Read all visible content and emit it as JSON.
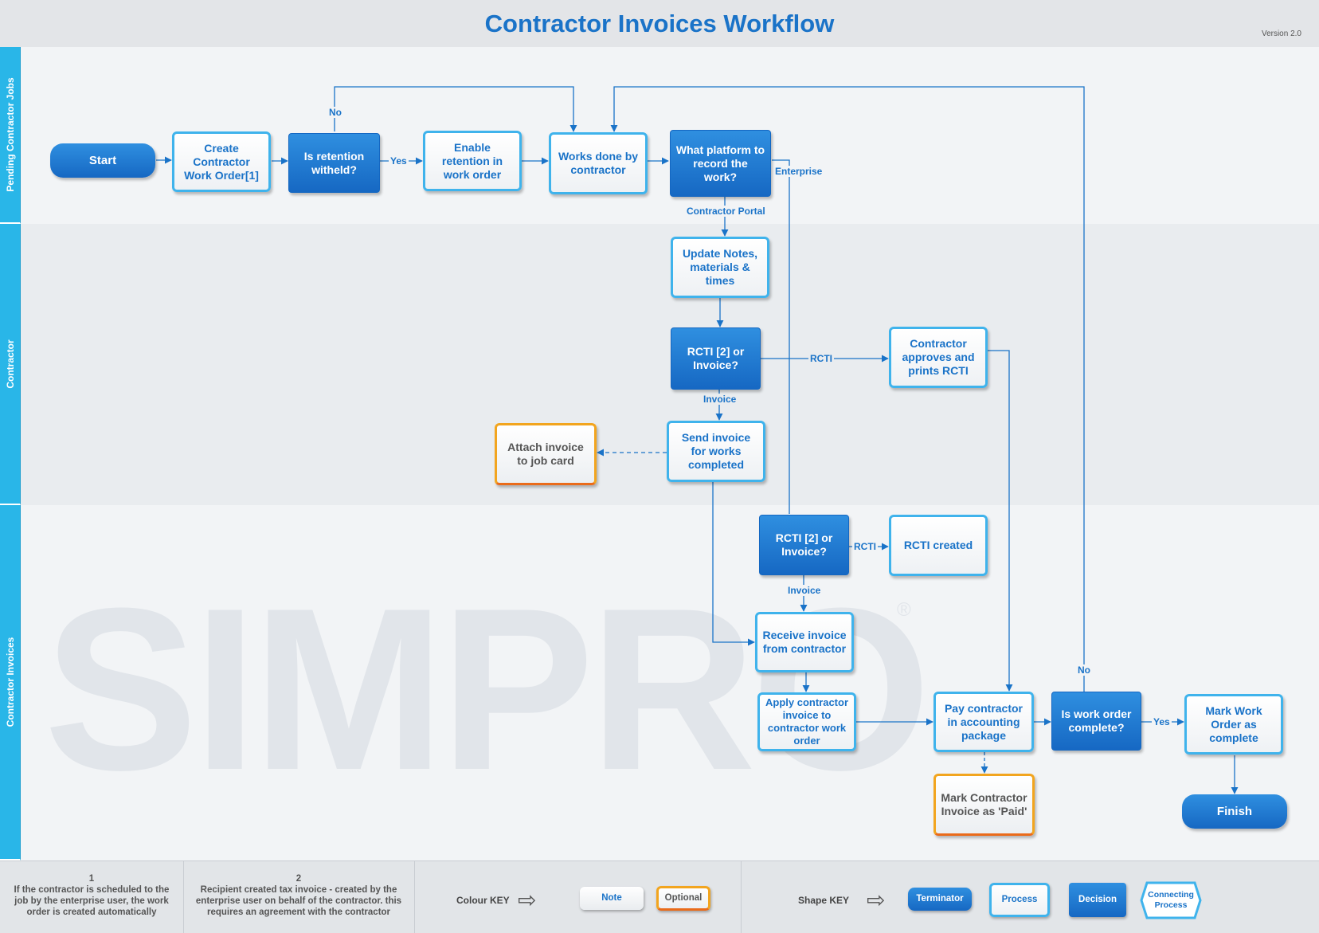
{
  "title": "Contractor Invoices Workflow",
  "version": "Version 2.0",
  "lanes": [
    {
      "label": "Pending Contractor Jobs"
    },
    {
      "label": "Contractor"
    },
    {
      "label": "Contractor Invoices"
    }
  ],
  "watermark": {
    "text": "SIMPRO",
    "mark": "®"
  },
  "nodes": {
    "start": "Start",
    "create_work_order": "Create Contractor Work Order[1]",
    "retention_withheld": "Is retention witheld?",
    "enable_retention": "Enable retention in work order",
    "works_done": "Works done by contractor",
    "what_platform": "What platform to record the work?",
    "update_notes": "Update Notes, materials & times",
    "rcti_or_invoice_1": "RCTI [2] or Invoice?",
    "contractor_approves": "Contractor approves and prints RCTI",
    "send_invoice": "Send invoice for works completed",
    "attach_invoice": "Attach invoice to job card",
    "rcti_or_invoice_2": "RCTI [2] or Invoice?",
    "rcti_created": "RCTI created",
    "receive_invoice": "Receive invoice from contractor",
    "apply_invoice": "Apply contractor invoice to contractor work order",
    "pay_contractor": "Pay contractor in accounting package",
    "mark_paid": "Mark Contractor Invoice as 'Paid'",
    "work_order_complete": "Is work order complete?",
    "mark_complete": "Mark Work Order as complete",
    "finish": "Finish"
  },
  "edge_labels": {
    "no_top": "No",
    "yes_retention": "Yes",
    "enterprise": "Enterprise",
    "contractor_portal": "Contractor Portal",
    "rcti_1": "RCTI",
    "invoice_1": "Invoice",
    "rcti_2": "RCTI",
    "invoice_2": "Invoice",
    "no_complete": "No",
    "yes_complete": "Yes"
  },
  "footer": {
    "note1": {
      "num": "1",
      "text": "If the contractor is scheduled to the job by the enterprise user, the work order is created automatically"
    },
    "note2": {
      "num": "2",
      "text": "Recipient created tax invoice - created by the enterprise user on behalf of the contractor. this requires an agreement with the contractor"
    },
    "colour_key": {
      "label": "Colour KEY",
      "note": "Note",
      "optional": "Optional"
    },
    "shape_key": {
      "label": "Shape KEY",
      "terminator": "Terminator",
      "process": "Process",
      "decision": "Decision",
      "connecting": "Connecting Process"
    }
  },
  "colors": {
    "title": "#1a73c8",
    "lane_header": "#29b6e8",
    "process_border": "#3fb3ec",
    "decision_fill": "#1a73c8",
    "optional_border": "#f2a51f",
    "connector": "#1a73c8"
  },
  "icons": {
    "key_arrow": "hollow-right-arrow-icon"
  }
}
